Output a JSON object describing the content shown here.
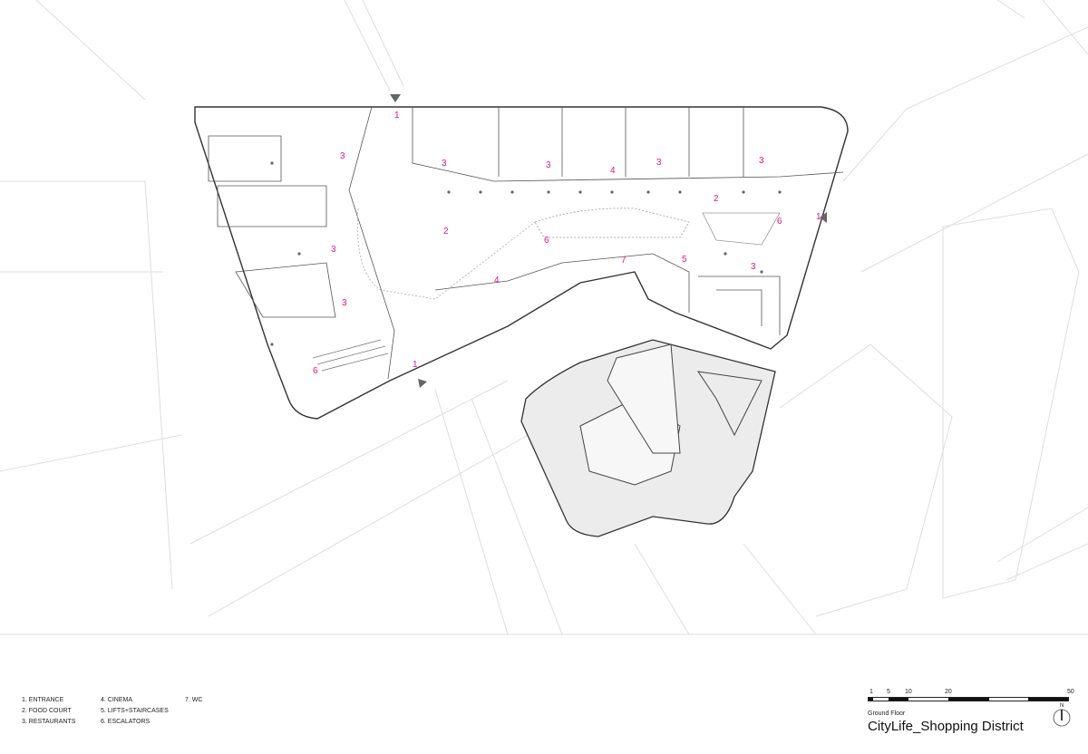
{
  "drawing": {
    "floor_label": "Ground Floor",
    "title": "CityLife_Shopping District",
    "accent_color": "#e6177e",
    "compass_label": "N",
    "scale_ticks": [
      "1",
      "5",
      "10",
      "20",
      "50"
    ]
  },
  "legend": [
    "1. ENTRANCE",
    "4. CINEMA",
    "7. WC",
    "2. FOOD COURT",
    "5. LIFTS+STAIRCASES",
    "",
    "3. RESTAURANTS",
    "6. ESCALATORS",
    ""
  ],
  "plan_labels": {
    "entrance": "1",
    "food_court": "2",
    "restaurants": "3",
    "cinema": "4",
    "lifts": "5",
    "escalators": "6",
    "wc": "7"
  }
}
